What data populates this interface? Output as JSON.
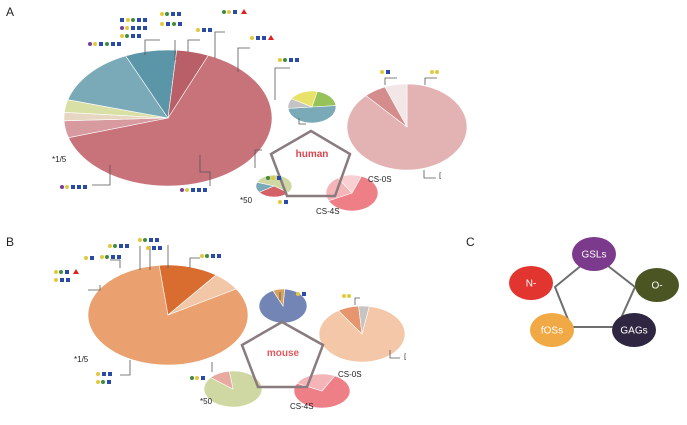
{
  "panels": [
    {
      "key": "A",
      "label": "A"
    },
    {
      "key": "B",
      "label": "B"
    },
    {
      "key": "C",
      "label": "C"
    }
  ],
  "human": {
    "center_label": "human",
    "scale_large": "*1/5",
    "scale_small": "*50",
    "cs_0s": "CS-0S",
    "cs_4s": "CS-4S",
    "bracket": "[",
    "colors": {
      "center": "#d9444e",
      "outline": "#8a7b7f"
    }
  },
  "mouse": {
    "center_label": "mouse",
    "scale_large": "*1/5",
    "scale_small": "*50",
    "cs_0s": "CS-0S",
    "cs_4s": "CS-4S",
    "bracket": "[",
    "colors": {
      "center": "#e15a5f",
      "outline": "#8a7b7f"
    }
  },
  "classes": {
    "nodes": [
      {
        "key": "GSLs",
        "label": "GSLs",
        "color": "#7c3a8c"
      },
      {
        "key": "O",
        "label": "O-",
        "color": "#4a5523"
      },
      {
        "key": "GAGs",
        "label": "GAGs",
        "color": "#2f2741"
      },
      {
        "key": "fOSs",
        "label": "fOSs",
        "color": "#f0a944"
      },
      {
        "key": "N",
        "label": "N-",
        "color": "#e2352f"
      }
    ],
    "outline": "#6e6e6e"
  },
  "pie_colors": {
    "human_large": [
      "#c8737a",
      "#d79a9e",
      "#e7d6c2",
      "#d9e0a6",
      "#7aaab8",
      "#5b96a8",
      "#b85f68"
    ],
    "human_N_small": [
      "#e9e26a",
      "#97c25a",
      "#7aaab8",
      "#c4c4c4"
    ],
    "human_GSL": [
      "#e3b3b3",
      "#d48c8c",
      "#f2e6e6"
    ],
    "human_GAG": [
      "#ef7f86",
      "#f5b4b8",
      "#f9d0d2"
    ],
    "human_fOS": [
      "#cfd8a3",
      "#d46068",
      "#7aaab8"
    ],
    "mouse_large": [
      "#eaa06f",
      "#d86d2f",
      "#f2c7a8"
    ],
    "mouse_N_small": [
      "#7285b4",
      "#d8a25d"
    ],
    "mouse_GSL": [
      "#f4c7a9",
      "#e7956c",
      "#c8c4c4"
    ],
    "mouse_GAG": [
      "#ef7f86",
      "#f5b4b8"
    ],
    "mouse_fOS": [
      "#cfd8a3",
      "#e8a9a0"
    ]
  }
}
